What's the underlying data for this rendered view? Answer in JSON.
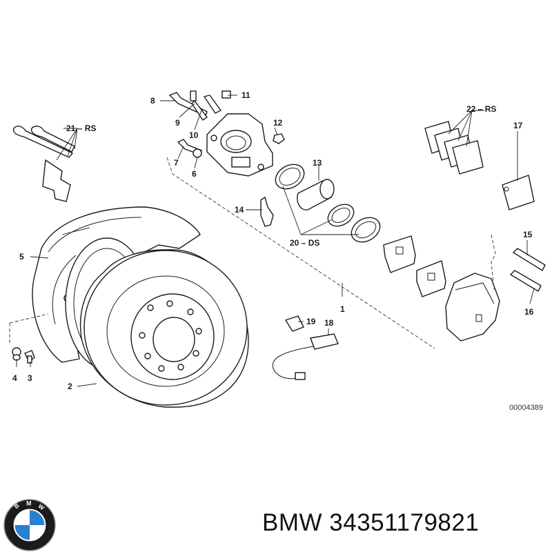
{
  "diagram": {
    "reference_code": "00004389",
    "callouts": {
      "c1": "1",
      "c2": "2",
      "c3": "3",
      "c4": "4",
      "c5": "5",
      "c6": "6",
      "c7": "7",
      "c8": "8",
      "c9": "9",
      "c10": "10",
      "c11": "11",
      "c12": "12",
      "c13": "13",
      "c14": "14",
      "c15": "15",
      "c16": "16",
      "c17": "17",
      "c18": "18",
      "c19": "19",
      "c20": "20 – DS",
      "c21": "21 – RS",
      "c22": "22 – RS"
    }
  },
  "footer": {
    "brand": "BMW",
    "part_number": "34351179821",
    "logo_letters": [
      "B",
      "M",
      "W"
    ],
    "logo_colors": {
      "ring": "#1b1b1b",
      "blue": "#2a7fd0",
      "white": "#ffffff"
    }
  }
}
